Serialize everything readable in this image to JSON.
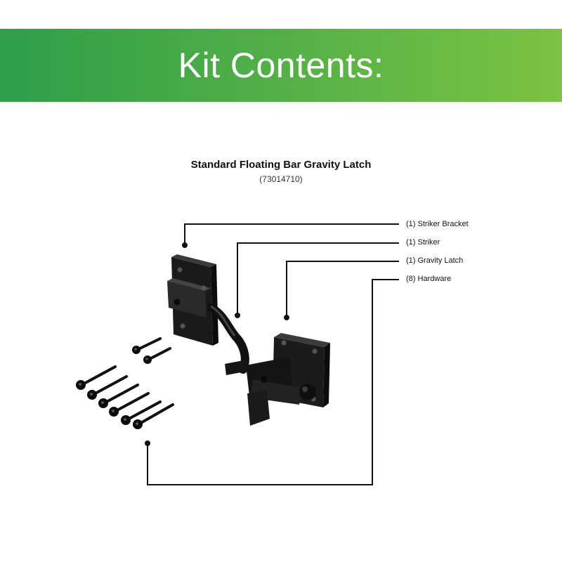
{
  "banner": {
    "heading": "Kit Contents:",
    "colors": {
      "start": "#2f9e4a",
      "end": "#7cc243"
    }
  },
  "product": {
    "name": "Standard Floating Bar Gravity Latch",
    "sku": "(73014710)"
  },
  "callouts": [
    {
      "label": "(1) Striker Bracket"
    },
    {
      "label": "(1) Striker"
    },
    {
      "label": "(1) Gravity Latch"
    },
    {
      "label": "(8) Hardware"
    }
  ]
}
